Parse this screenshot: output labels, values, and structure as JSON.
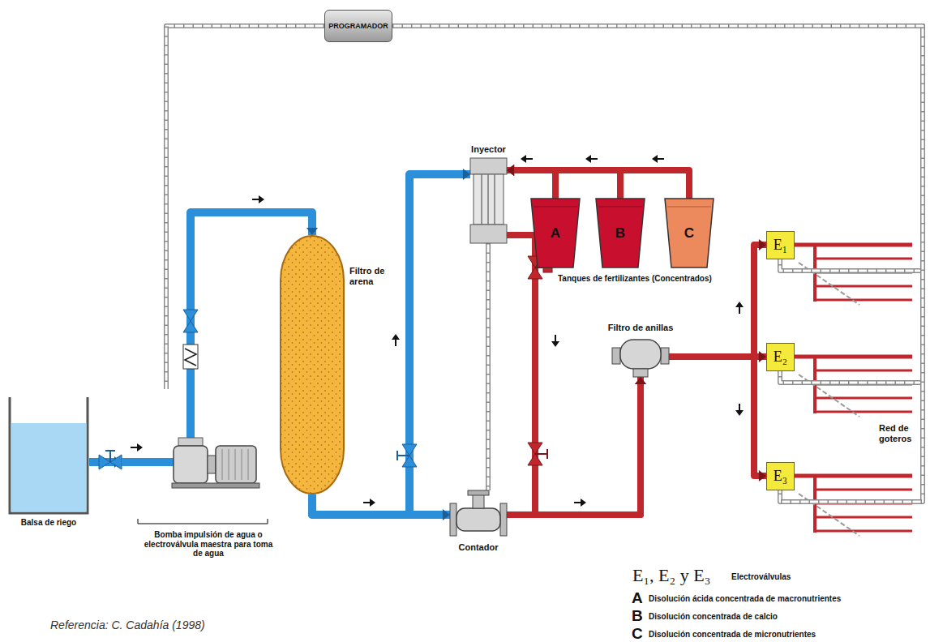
{
  "diagram": {
    "nodes": [
      {
        "text": [
          "PROGRAMADOR"
        ]
      },
      {
        "text": [
          "Balsa de riego"
        ]
      },
      {
        "text": [
          "Bomba impulsión de agua o electroválvula maestra para toma de agua"
        ]
      },
      {
        "text": [
          "Filtro de arena"
        ]
      },
      {
        "text": [
          "Inyector"
        ]
      },
      {
        "text": [
          "A"
        ]
      },
      {
        "text": [
          "B"
        ]
      },
      {
        "text": [
          "C"
        ]
      },
      {
        "text": [
          "Contador"
        ]
      },
      {
        "text": [
          "Filtro de anillas"
        ]
      },
      {
        "text": [
          "E₁"
        ]
      },
      {
        "text": [
          "E₂"
        ]
      },
      {
        "text": [
          "E₃"
        ]
      }
    ],
    "edges": [
      {
        "from": 1,
        "to": 2,
        "arrow": "to"
      },
      {
        "from": 2,
        "to": 3,
        "arrow": "to"
      },
      {
        "from": 3,
        "to": 8,
        "arrow": "to"
      },
      {
        "from": 3,
        "to": 4,
        "arrow": "to"
      },
      {
        "from": 5,
        "to": 4,
        "arrow": "to"
      },
      {
        "from": 6,
        "to": 4,
        "arrow": "to"
      },
      {
        "from": 7,
        "to": 4,
        "arrow": "to"
      },
      {
        "from": 4,
        "to": 9,
        "arrow": "to"
      },
      {
        "from": 8,
        "to": 9,
        "arrow": "to"
      },
      {
        "from": 9,
        "to": 10,
        "arrow": "to"
      },
      {
        "from": 9,
        "to": 11,
        "arrow": "to"
      },
      {
        "from": 9,
        "to": 12,
        "arrow": "to"
      },
      {
        "from": 0,
        "to": 2,
        "arrow": "none"
      },
      {
        "from": 0,
        "to": 10,
        "arrow": "none"
      },
      {
        "from": 0,
        "to": 11,
        "arrow": "none"
      },
      {
        "from": 0,
        "to": 12,
        "arrow": "none"
      },
      {
        "from": 4,
        "to": 8,
        "arrow": "none"
      }
    ],
    "labels": [
      "Tanques de fertilizantes (Concentrados)",
      "Red de goteros",
      "E₁, E₂ y E₃",
      "Electroválvulas",
      "A",
      "Disolución ácida concentrada de macronutrientes",
      "B",
      "Disolución concentrada de calcio",
      "C",
      "Disolución concentrada de micronutrientes",
      "Referencia: C. Cadahía (1998)"
    ]
  }
}
